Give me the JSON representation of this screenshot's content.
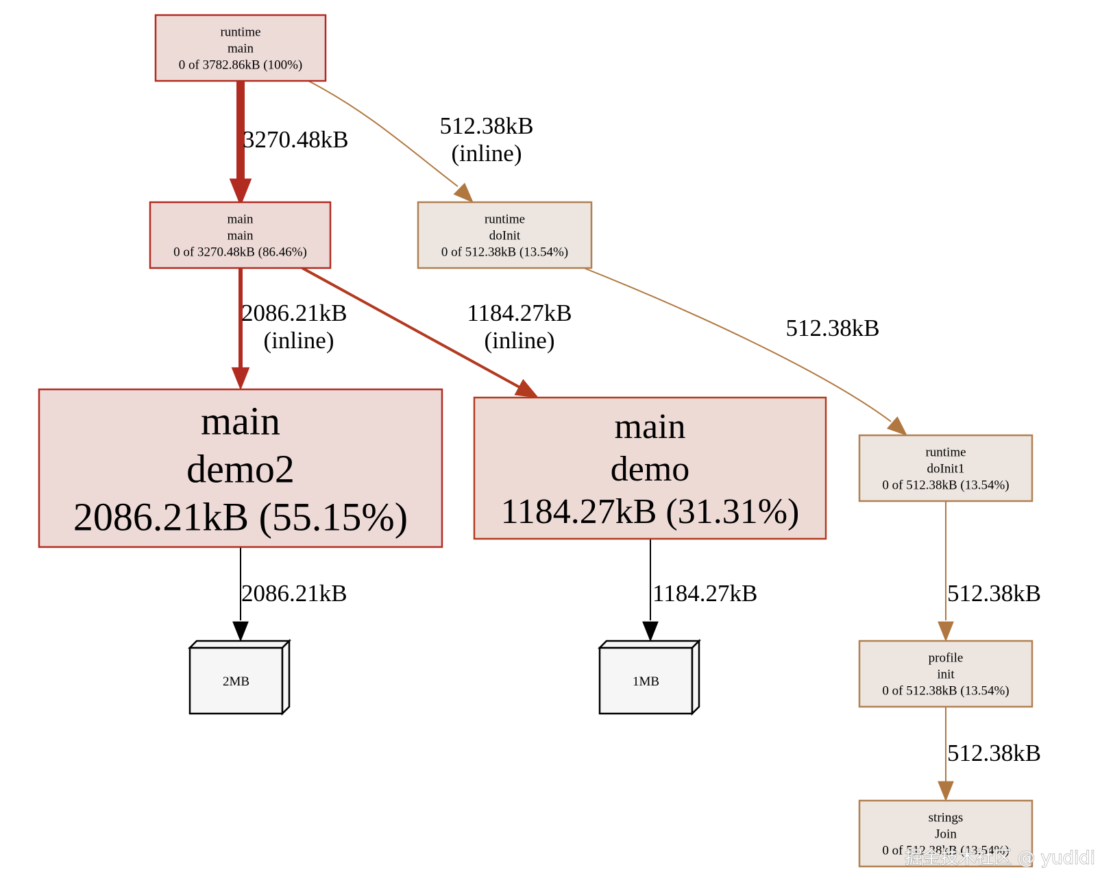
{
  "nodes": {
    "runtime_main": {
      "lines": [
        "runtime",
        "main",
        "0 of 3782.86kB (100%)"
      ],
      "fill": "#eddbd8",
      "stroke": "#b22b21"
    },
    "main_main": {
      "lines": [
        "main",
        "main",
        "0 of 3270.48kB (86.46%)"
      ],
      "fill": "#eddad7",
      "stroke": "#b22b21"
    },
    "runtime_doinit": {
      "lines": [
        "runtime",
        "doInit",
        "0 of 512.38kB (13.54%)"
      ],
      "fill": "#ede6e0",
      "stroke": "#b08052"
    },
    "main_demo2": {
      "lines": [
        "main",
        "demo2",
        "2086.21kB (55.15%)"
      ],
      "fill": "#edd9d6",
      "stroke": "#b22b21"
    },
    "main_demo": {
      "lines": [
        "main",
        "demo",
        "1184.27kB (31.31%)"
      ],
      "fill": "#eddad5",
      "stroke": "#b23a1f"
    },
    "runtime_doinit1": {
      "lines": [
        "runtime",
        "doInit1",
        "0 of 512.38kB (13.54%)"
      ],
      "fill": "#ede6e0",
      "stroke": "#b08052"
    },
    "box_2mb": {
      "label": "2MB"
    },
    "box_1mb": {
      "label": "1MB"
    },
    "profile_init": {
      "lines": [
        "profile",
        "init",
        "0 of 512.38kB (13.54%)"
      ],
      "fill": "#ede6e0",
      "stroke": "#b08052"
    },
    "strings_join": {
      "lines": [
        "strings",
        "Join",
        "0 of 512.38kB (13.54%)"
      ],
      "fill": "#ede6e0",
      "stroke": "#b08052"
    }
  },
  "edges": {
    "main_to_mainmain": {
      "lines": [
        "3270.48kB"
      ],
      "color": "#b22b21"
    },
    "main_to_doinit": {
      "lines": [
        "512.38kB",
        "(inline)"
      ],
      "color": "#b07840"
    },
    "mainmain_to_demo2": {
      "lines": [
        "2086.21kB",
        "(inline)"
      ],
      "color": "#b22b21"
    },
    "mainmain_to_demo": {
      "lines": [
        "1184.27kB",
        "(inline)"
      ],
      "color": "#b23a1f"
    },
    "doinit_to_doinit1": {
      "lines": [
        "512.38kB"
      ],
      "color": "#b07840"
    },
    "demo2_to_2mb": {
      "lines": [
        "2086.21kB"
      ],
      "color": "#000000"
    },
    "demo_to_1mb": {
      "lines": [
        "1184.27kB"
      ],
      "color": "#000000"
    },
    "doinit1_to_profile": {
      "lines": [
        "512.38kB"
      ],
      "color": "#b07840"
    },
    "profile_to_strings": {
      "lines": [
        "512.38kB"
      ],
      "color": "#b07840"
    }
  },
  "watermark": "掘金技术社区 @ yudidi"
}
